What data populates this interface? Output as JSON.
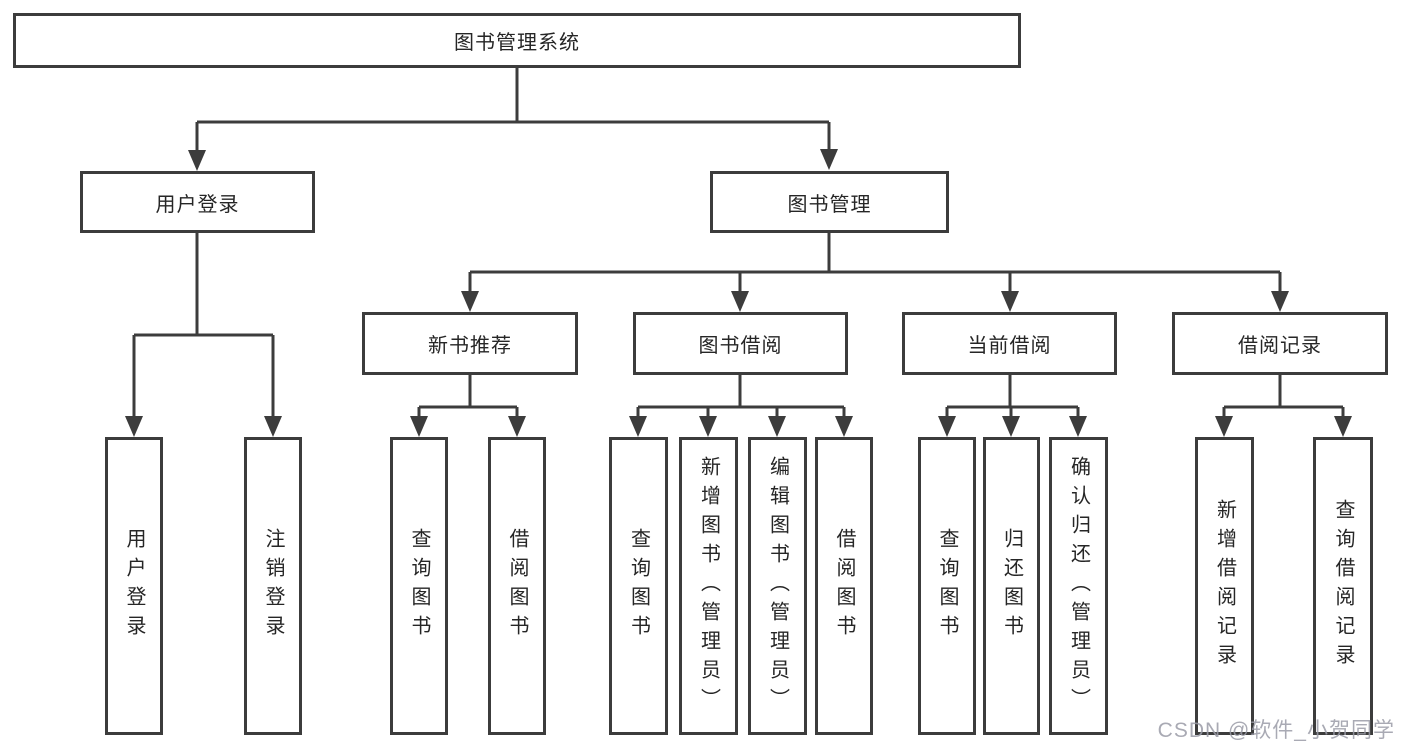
{
  "watermark": "CSDN @软件_小贺同学",
  "colors": {
    "line": "#3c3c3c",
    "box_border": "#3c3c3c",
    "text": "#262626",
    "watermark": "#9b9ca7",
    "background": "#ffffff"
  },
  "tree": {
    "root": "图书管理系统",
    "branches": [
      {
        "label": "用户登录",
        "children": [
          "用户登录",
          "注销登录"
        ]
      },
      {
        "label": "图书管理",
        "modules": [
          {
            "label": "新书推荐",
            "children": [
              "查询图书",
              "借阅图书"
            ]
          },
          {
            "label": "图书借阅",
            "children": [
              "查询图书",
              "新增图书（管理员）",
              "编辑图书（管理员）",
              "借阅图书"
            ]
          },
          {
            "label": "当前借阅",
            "children": [
              "查询图书",
              "归还图书",
              "确认归还（管理员）"
            ]
          },
          {
            "label": "借阅记录",
            "children": [
              "新增借阅记录",
              "查询借阅记录"
            ]
          }
        ]
      }
    ]
  }
}
